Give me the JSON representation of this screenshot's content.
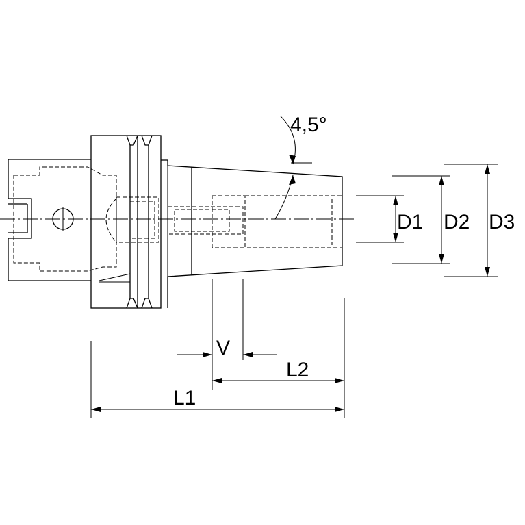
{
  "labels": {
    "angle": "4,5°",
    "d1": "D1",
    "d2": "D2",
    "d3": "D3",
    "v": "V",
    "l1": "L1",
    "l2": "L2"
  }
}
